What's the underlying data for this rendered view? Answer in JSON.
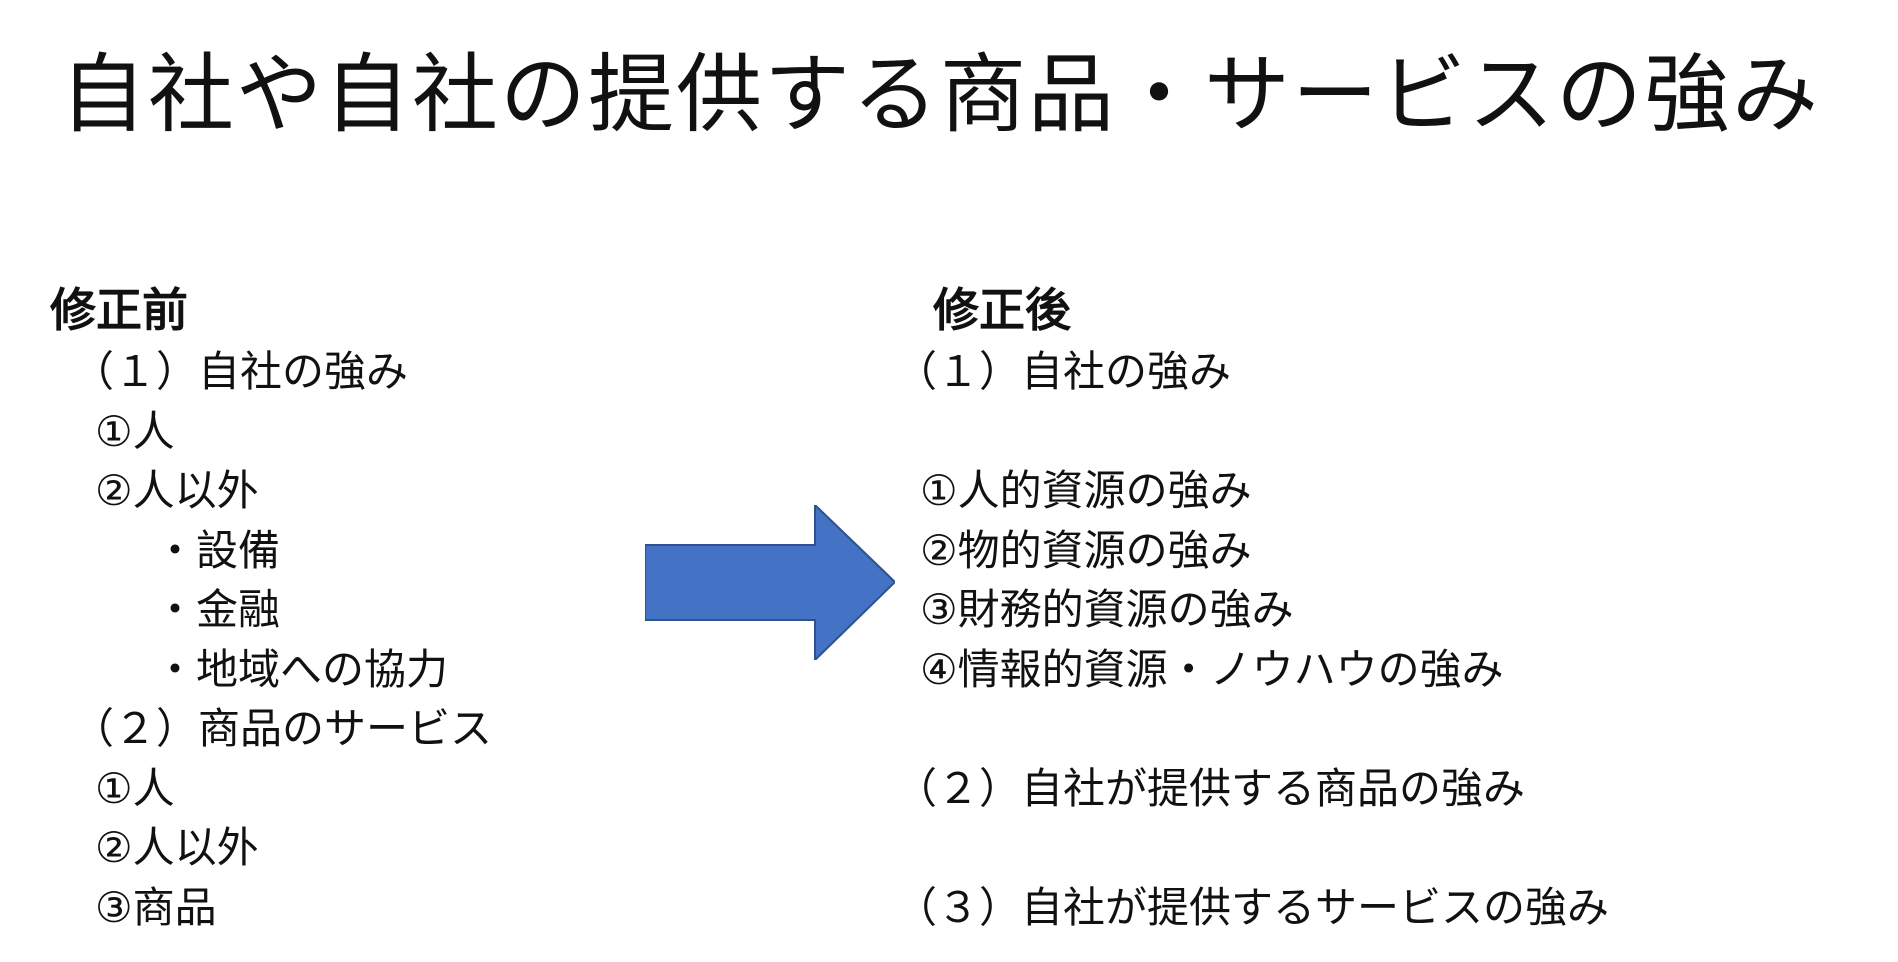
{
  "title": "自社や自社の提供する商品・サービスの強み",
  "before": {
    "heading": "修正前",
    "lines": [
      "（１）自社の強み",
      "①人",
      "②人以外",
      "・設備",
      "・金融",
      "・地域への協力",
      "（２）商品のサービス",
      "①人",
      "②人以外",
      "③商品"
    ]
  },
  "after": {
    "heading": "修正後",
    "lines": [
      "（１）自社の強み",
      "①人的資源の強み",
      "②物的資源の強み",
      "③財務的資源の強み",
      "④情報的資源・ノウハウの強み",
      "（２）自社が提供する商品の強み",
      "（３）自社が提供するサービスの強み"
    ]
  },
  "arrow": {
    "icon": "right-arrow-icon",
    "color": "#4472C4",
    "outline": "#2F528F"
  }
}
